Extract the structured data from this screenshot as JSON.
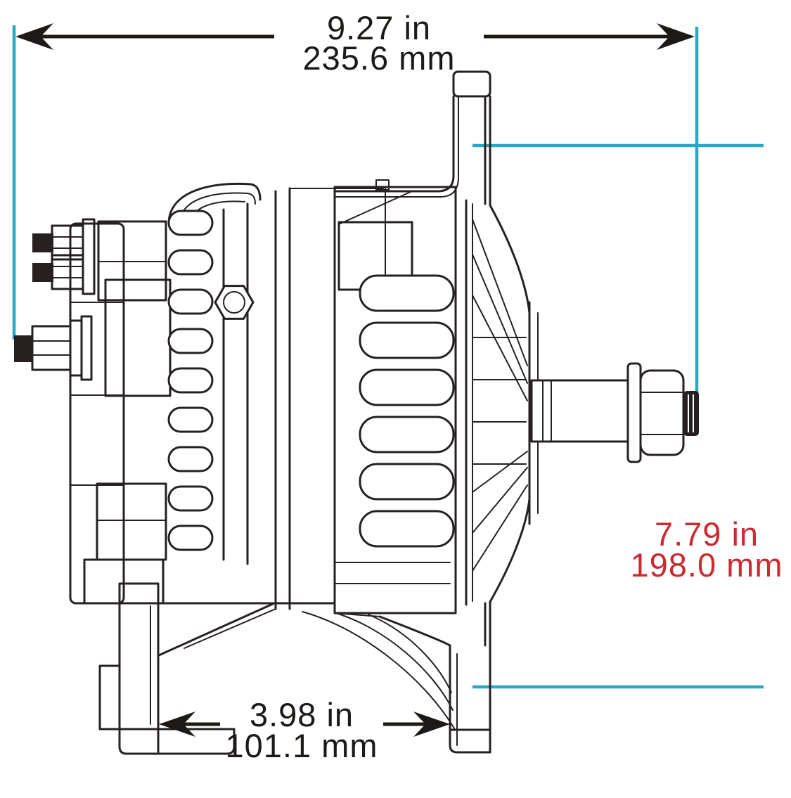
{
  "colors": {
    "line": "#262020",
    "dimension": "#1c1917",
    "extension": "#2aa8c5",
    "highlight": "#cc2a31",
    "background": "#ffffff"
  },
  "dimensions": {
    "overall_length": {
      "inches": "9.27 in",
      "millimeters": "235.6 mm"
    },
    "mounting_height": {
      "inches": "7.79 in",
      "millimeters": "198.0 mm"
    },
    "foot_to_flange": {
      "inches": "3.98 in",
      "millimeters": "101.1 mm"
    }
  }
}
